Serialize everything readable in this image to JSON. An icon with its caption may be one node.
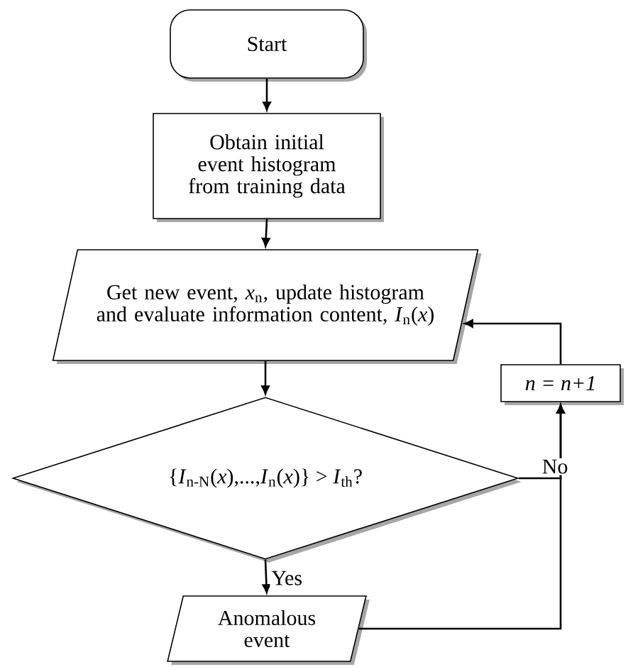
{
  "diagram": {
    "nodes": [
      {
        "text": [
          "Start"
        ]
      },
      {
        "text": [
          "Obtain initial event histogram from training data"
        ]
      },
      {
        "text": [
          "Get new event, *x*$_{n}$, update histogram and evaluate information content, *I*$_{n}$(*x*)"
        ]
      },
      {
        "text": [
          "{*I*$_{n-N}$(*x*),...,*I*$_{n}$(*x*)} > *I*$_{th}$?"
        ]
      },
      {
        "text": [
          "Anomalous event"
        ]
      },
      {
        "text": [
          "*n* = *n*+1"
        ]
      }
    ],
    "edges": [
      {
        "from": 0,
        "to": 1,
        "arrow": "to"
      },
      {
        "from": 1,
        "to": 2,
        "arrow": "to"
      },
      {
        "from": 2,
        "to": 3,
        "arrow": "to"
      },
      {
        "from": 3,
        "to": 4,
        "arrow": "to",
        "label": "Yes"
      },
      {
        "from": 3,
        "to": 5,
        "arrow": "to",
        "label": "No"
      },
      {
        "from": 4,
        "to": 5,
        "arrow": "to"
      },
      {
        "from": 5,
        "to": 2,
        "arrow": "to"
      }
    ]
  }
}
